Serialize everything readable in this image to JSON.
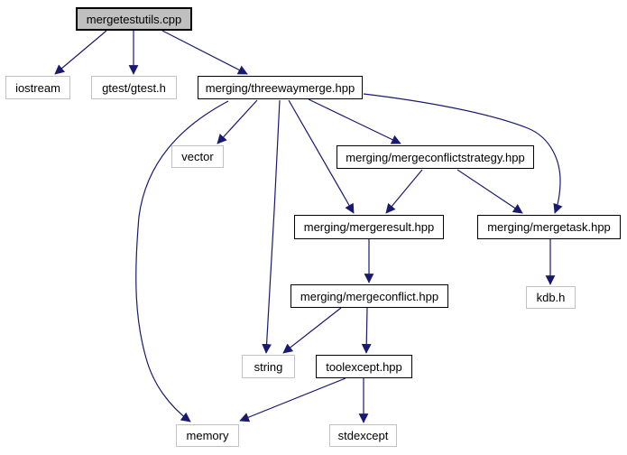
{
  "diagram": {
    "type": "include-dependency-graph",
    "root": "mergetestutils.cpp",
    "nodes": {
      "mergetestutils_cpp": {
        "label": "mergetestutils.cpp",
        "kind": "source-file"
      },
      "iostream": {
        "label": "iostream",
        "kind": "system-header"
      },
      "gtest": {
        "label": "gtest/gtest.h",
        "kind": "external-header"
      },
      "threewaymerge": {
        "label": "merging/threewaymerge.hpp",
        "kind": "project-header"
      },
      "vector": {
        "label": "vector",
        "kind": "system-header"
      },
      "mergeconflictstrategy": {
        "label": "merging/mergeconflictstrategy.hpp",
        "kind": "project-header"
      },
      "mergeresult": {
        "label": "merging/mergeresult.hpp",
        "kind": "project-header"
      },
      "mergetask": {
        "label": "merging/mergetask.hpp",
        "kind": "project-header"
      },
      "mergeconflict": {
        "label": "merging/mergeconflict.hpp",
        "kind": "project-header"
      },
      "string": {
        "label": "string",
        "kind": "system-header"
      },
      "toolexcept": {
        "label": "toolexcept.hpp",
        "kind": "project-header"
      },
      "kdb": {
        "label": "kdb.h",
        "kind": "system-header"
      },
      "memory": {
        "label": "memory",
        "kind": "system-header"
      },
      "stdexcept": {
        "label": "stdexcept",
        "kind": "system-header"
      }
    },
    "edges": [
      {
        "from": "mergetestutils_cpp",
        "to": "iostream"
      },
      {
        "from": "mergetestutils_cpp",
        "to": "gtest"
      },
      {
        "from": "mergetestutils_cpp",
        "to": "threewaymerge"
      },
      {
        "from": "threewaymerge",
        "to": "vector"
      },
      {
        "from": "threewaymerge",
        "to": "string"
      },
      {
        "from": "threewaymerge",
        "to": "mergeresult"
      },
      {
        "from": "threewaymerge",
        "to": "mergeconflictstrategy"
      },
      {
        "from": "threewaymerge",
        "to": "mergetask"
      },
      {
        "from": "threewaymerge",
        "to": "memory"
      },
      {
        "from": "mergeconflictstrategy",
        "to": "mergeresult"
      },
      {
        "from": "mergeconflictstrategy",
        "to": "mergetask"
      },
      {
        "from": "mergeresult",
        "to": "mergeconflict"
      },
      {
        "from": "mergeconflict",
        "to": "string"
      },
      {
        "from": "mergeconflict",
        "to": "toolexcept"
      },
      {
        "from": "toolexcept",
        "to": "memory"
      },
      {
        "from": "toolexcept",
        "to": "stdexcept"
      },
      {
        "from": "mergetask",
        "to": "kdb"
      }
    ],
    "colors": {
      "edge": "#191970",
      "root_fill": "#c0c0c0",
      "project_border": "#000000",
      "system_border": "#c2c2c2"
    }
  }
}
